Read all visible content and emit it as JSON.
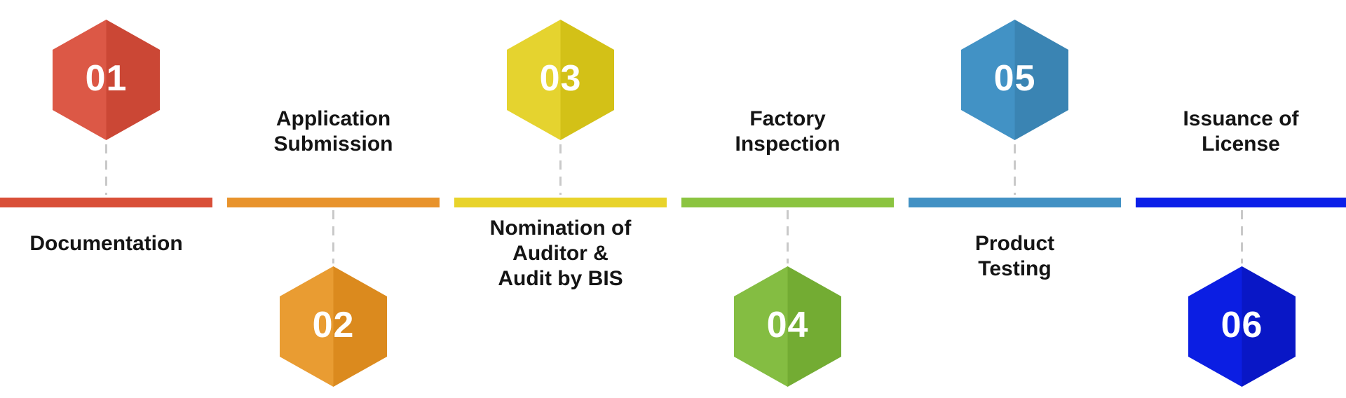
{
  "diagram": {
    "type": "process-timeline",
    "step_count": 6
  },
  "colors": {
    "background": "#FFFFFF",
    "connector": "#C9C9C9",
    "label_text": "#141414",
    "number_text": "#FFFFFF"
  },
  "steps": [
    {
      "number": "01",
      "label": "Documentation",
      "label_lines": [
        "Documentation"
      ],
      "hexagon_position": "top",
      "label_position": "below-bar",
      "bar_color": "#D94F38",
      "hex_light": "#DC5846",
      "hex_dark": "#CB4735"
    },
    {
      "number": "02",
      "label": "Application Submission",
      "label_lines": [
        "Application",
        "Submission"
      ],
      "hexagon_position": "bottom",
      "label_position": "above-bar",
      "bar_color": "#E8932C",
      "hex_light": "#E99C32",
      "hex_dark": "#DB8A1E"
    },
    {
      "number": "03",
      "label": "Nomination of Auditor & Audit by BIS",
      "label_lines": [
        "Nomination of",
        "Auditor &",
        "Audit by BIS"
      ],
      "hexagon_position": "top",
      "label_position": "below-bar",
      "bar_color": "#E8D32B",
      "hex_light": "#E5D32F",
      "hex_dark": "#D3C117"
    },
    {
      "number": "04",
      "label": "Factory Inspection",
      "label_lines": [
        "Factory",
        "Inspection"
      ],
      "hexagon_position": "bottom",
      "label_position": "above-bar",
      "bar_color": "#8BC440",
      "hex_light": "#84BD42",
      "hex_dark": "#73AC33"
    },
    {
      "number": "05",
      "label": "Product Testing",
      "label_lines": [
        "Product",
        "Testing"
      ],
      "hexagon_position": "top",
      "label_position": "below-bar",
      "bar_color": "#4291C4",
      "hex_light": "#4292C5",
      "hex_dark": "#3A84B3"
    },
    {
      "number": "06",
      "label": "Issuance of License",
      "label_lines": [
        "Issuance of",
        "License"
      ],
      "hexagon_position": "bottom",
      "label_position": "above-bar",
      "bar_color": "#0B1FE8",
      "hex_light": "#0B1EE3",
      "hex_dark": "#0917C6"
    }
  ]
}
